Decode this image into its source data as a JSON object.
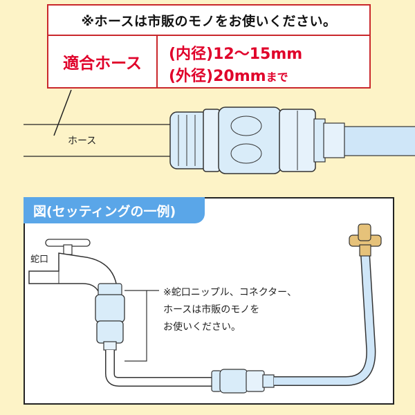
{
  "note": {
    "text": "※ホースは市販のモノをお使いください。",
    "compatible_hose_label": "適合ホース",
    "inner_diameter": "(内径)12～15mm",
    "outer_diameter": "(外径)20mm",
    "outer_suffix": "まで"
  },
  "diagram_top": {
    "hose_label": "ホース"
  },
  "example": {
    "title": "図(セッティングの一例)",
    "faucet_label": "蛇口",
    "note_lines": [
      "※蛇口ニップル、コネクター、",
      "ホースは市販のモノを",
      "お使いください。"
    ]
  },
  "colors": {
    "background": "#fdf3c7",
    "accent_red": "#e0002a",
    "title_blue": "#5aa6e8",
    "hose_blue": "#cfe6f8",
    "brass": "#e6c27a"
  }
}
